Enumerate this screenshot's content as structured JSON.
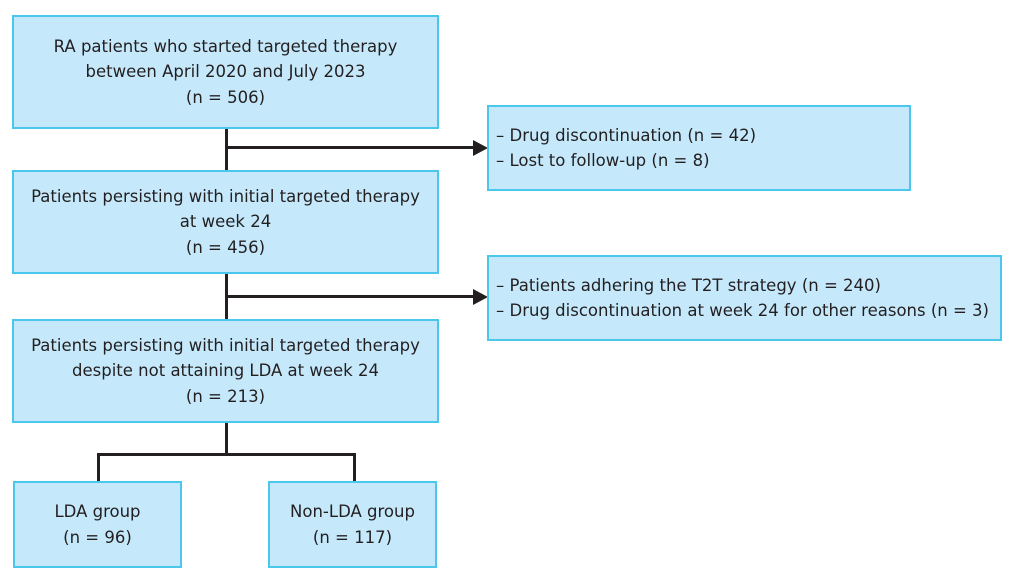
{
  "figure": {
    "type": "flowchart",
    "title": "Patient flow diagram",
    "colors": {
      "box_fill": "#c5e9fb",
      "box_border": "#4ac7ea",
      "connector": "#231f20",
      "text": "#231f20",
      "background": "#ffffff"
    }
  },
  "nodes": {
    "enrolled": {
      "name": "enrolled-box",
      "align": "center",
      "lines": [
        "RA patients who started targeted therapy",
        "between April 2020 and July 2023",
        "(n = 506)"
      ],
      "count_label": "(n = 506)",
      "count": 506
    },
    "exclusion_1": {
      "name": "exclusion-box-1",
      "align": "left",
      "lines": [
        "– Drug discontinuation (n = 42)",
        "– Lost to follow-up (n = 8)"
      ],
      "items": [
        {
          "reason": "Drug discontinuation",
          "count": 42
        },
        {
          "reason": "Lost to follow-up",
          "count": 8
        }
      ]
    },
    "persisting_w24": {
      "name": "persisting-week24-box",
      "align": "center",
      "lines": [
        "Patients persisting with initial targeted therapy",
        "at week 24",
        "(n = 456)"
      ],
      "count_label": "(n = 456)",
      "count": 456
    },
    "exclusion_2": {
      "name": "exclusion-box-2",
      "align": "left",
      "lines": [
        "– Patients adhering the T2T strategy (n = 240)",
        "– Drug discontinuation at week 24 for other reasons (n = 3)"
      ],
      "items": [
        {
          "reason": "Patients adhering the T2T strategy",
          "count": 240
        },
        {
          "reason": "Drug discontinuation at week 24 for other reasons",
          "count": 3
        }
      ]
    },
    "not_lda_w24": {
      "name": "persisting-not-lda-box",
      "align": "center",
      "lines": [
        "Patients persisting with initial targeted therapy",
        "despite not attaining LDA at week 24",
        "(n = 213)"
      ],
      "count_label": "(n = 213)",
      "count": 213
    },
    "lda_group": {
      "name": "lda-group-box",
      "align": "center",
      "lines": [
        "LDA group",
        "(n = 96)"
      ],
      "count_label": "(n = 96)",
      "count": 96
    },
    "non_lda_group": {
      "name": "non-lda-group-box",
      "align": "center",
      "lines": [
        "Non-LDA group",
        "(n = 117)"
      ],
      "count_label": "(n = 117)",
      "count": 117
    }
  }
}
